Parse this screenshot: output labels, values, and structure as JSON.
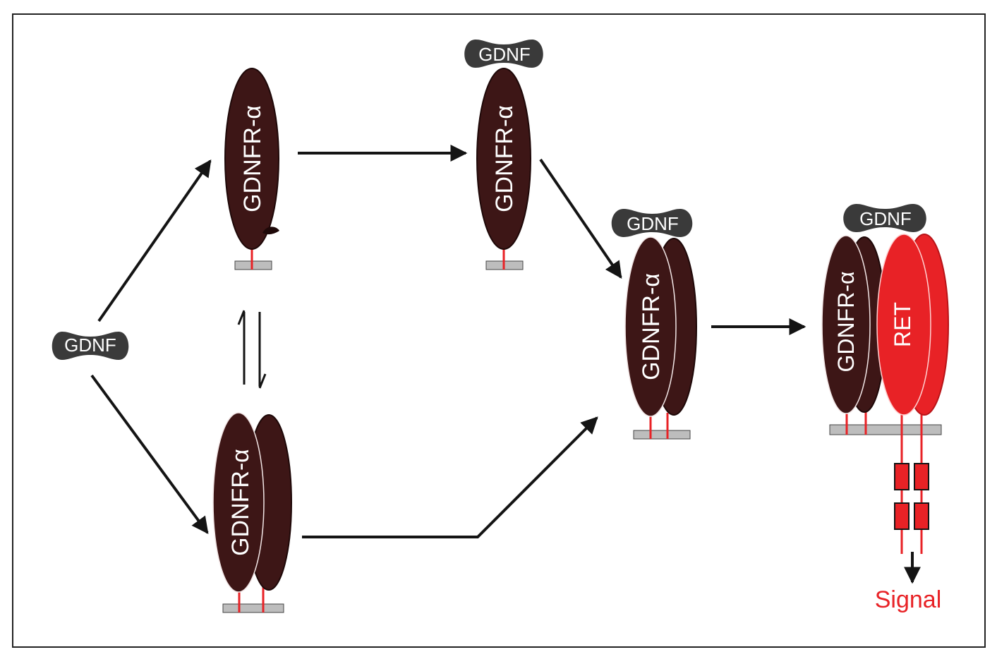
{
  "labels": {
    "gdnf": "GDNF",
    "receptor": "GDNFR-α",
    "ret": "RET",
    "signal": "Signal"
  },
  "colors": {
    "receptor": "#3d1616",
    "receptor_edge": "#1e0808",
    "ret": "#e82226",
    "ligand": "#3a3a3a",
    "arrow": "#141414",
    "stalk": "#e82226",
    "membrane": "#bdbdbd",
    "signal_text": "#e82226",
    "frame": "#222222"
  }
}
